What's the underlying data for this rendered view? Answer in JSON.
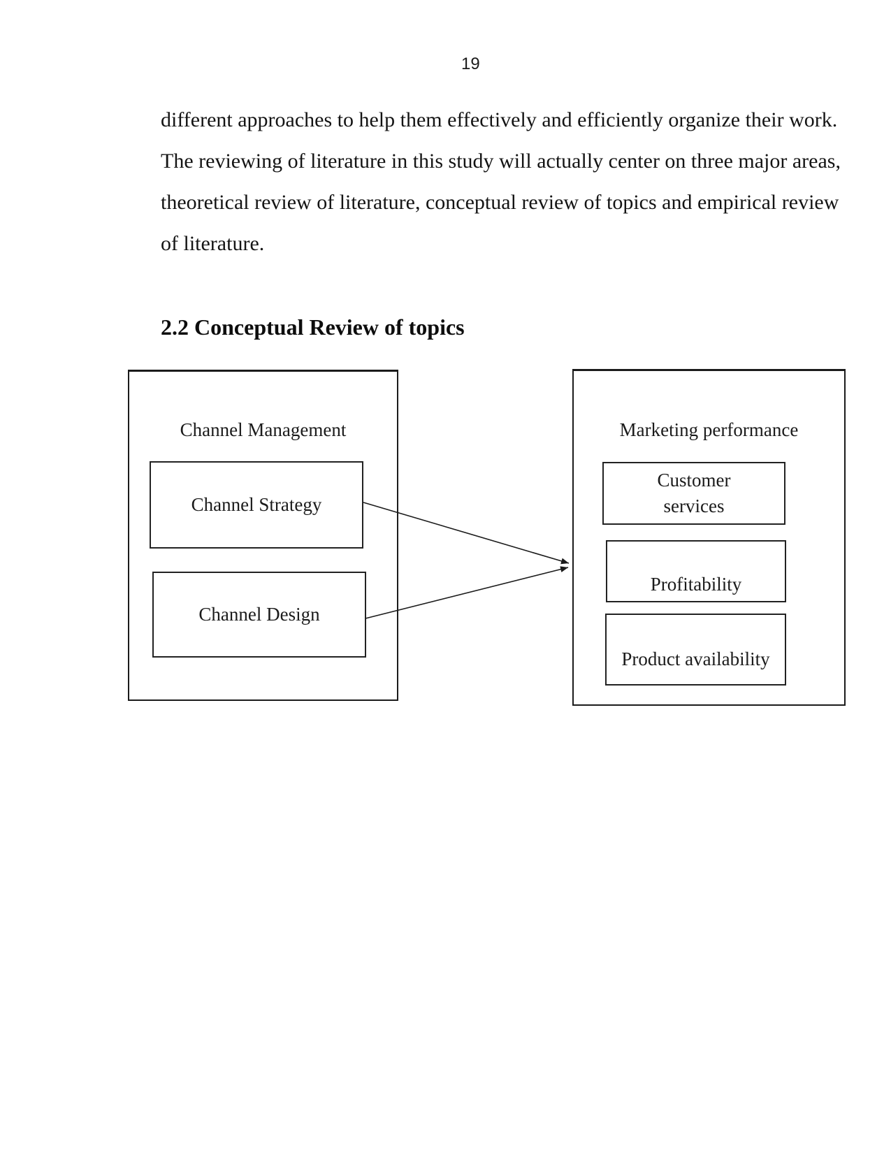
{
  "page_number": "19",
  "paragraph": {
    "lines": [
      "different approaches to help them effectively and efficiently organize their work.",
      "The reviewing of literature in this study will actually center on three major areas,",
      "theoretical review of literature, conceptual review of topics and empirical review",
      "of literature."
    ]
  },
  "heading": "2.2 Conceptual Review of topics",
  "diagram": {
    "left_group": {
      "title": "Channel Management",
      "boxes": [
        {
          "label": "Channel Strategy"
        },
        {
          "label": "Channel Design"
        }
      ]
    },
    "right_group": {
      "title": "Marketing performance",
      "boxes": [
        {
          "lines": [
            "Customer",
            "services"
          ]
        },
        {
          "label": "Profitability"
        },
        {
          "label": "Product availability"
        }
      ]
    },
    "arrows": [
      {
        "from": "Channel Strategy",
        "to": "Marketing performance"
      },
      {
        "from": "Channel Design",
        "to": "Marketing performance"
      }
    ],
    "line_color": "#1b1b1b"
  }
}
